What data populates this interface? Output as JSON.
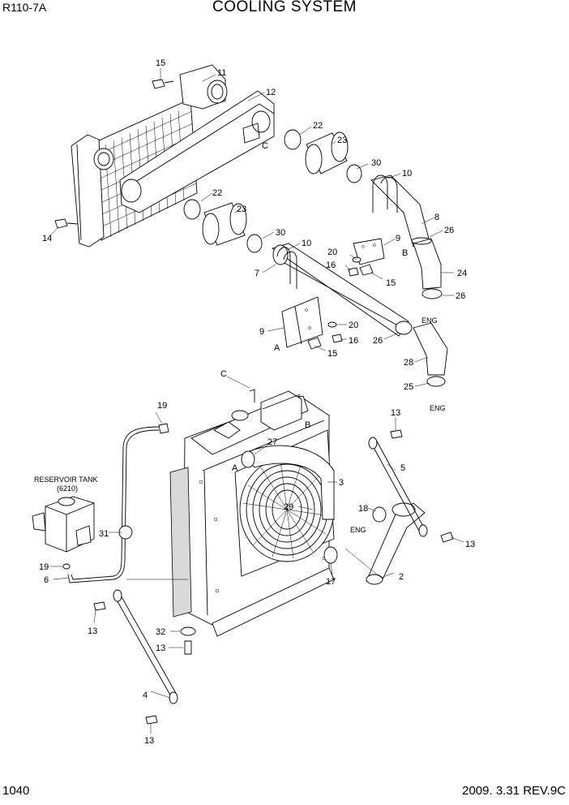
{
  "header": {
    "model": "R110-7A",
    "title": "COOLING SYSTEM"
  },
  "footer": {
    "page": "1040",
    "date_rev": "2009. 3.31  REV.9C"
  },
  "labels": {
    "reservoir_line1": "RESERVOIR TANK",
    "reservoir_line2": "(6210)",
    "eng": "ENG",
    "conn_a": "A",
    "conn_b": "B",
    "conn_c": "C"
  },
  "parts": {
    "p2": "2",
    "p3": "3",
    "p4": "4",
    "p5": "5",
    "p6": "6",
    "p7": "7",
    "p8": "8",
    "p9": "9",
    "p10": "10",
    "p11": "11",
    "p12": "12",
    "p13": "13",
    "p14": "14",
    "p15": "15",
    "p16": "16",
    "p17": "17",
    "p18": "18",
    "p19": "19",
    "p20": "20",
    "p22": "22",
    "p23": "23",
    "p24": "24",
    "p25": "25",
    "p26": "26",
    "p27": "27",
    "p28": "28",
    "p29": "29",
    "p30": "30",
    "p31": "31",
    "p32": "32"
  }
}
